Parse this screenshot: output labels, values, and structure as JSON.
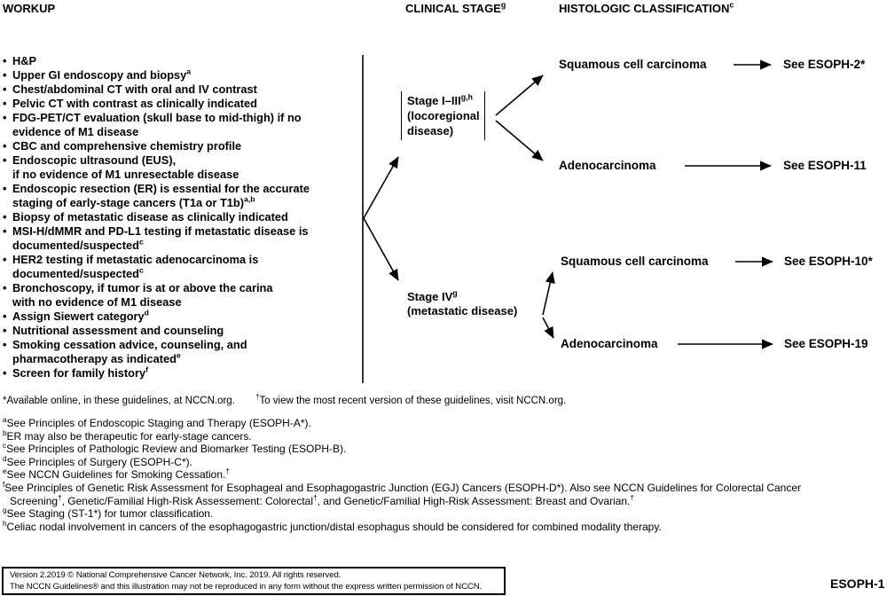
{
  "colors": {
    "text": "#000000",
    "background": "#ffffff",
    "line": "#000000"
  },
  "headers": {
    "workup": "WORKUP",
    "clinical_stage": "CLINICAL STAGE<sup>g</sup>",
    "histologic_classification": "HISTOLOGIC CLASSIFICATION<sup>c</sup>"
  },
  "workup_items": [
    "H&amp;P",
    "Upper GI endoscopy and biopsy<sup>a</sup>",
    "Chest/abdominal CT with oral and IV contrast",
    "Pelvic CT with contrast as clinically indicated",
    "FDG-PET/CT evaluation (skull base to mid-thigh) if no<br>evidence of M1 disease",
    "CBC and comprehensive chemistry profile",
    "Endoscopic ultrasound (EUS),<br>if no evidence of M1 unresectable disease",
    "Endoscopic resection (ER) is essential for the accurate<br>staging of early-stage cancers (T1a or T1b)<sup>a,b</sup>",
    "Biopsy of metastatic disease as clinically indicated",
    "MSI-H/dMMR and PD-L1 testing if metastatic disease is<br>documented/suspected<sup>c</sup>",
    "HER2 testing if metastatic adenocarcinoma is<br>documented/suspected<sup>c</sup>",
    "Bronchoscopy, if tumor is at or above the carina<br>with no evidence of M1 disease",
    "Assign Siewert category<sup>d</sup>",
    "Nutritional assessment and counseling",
    "Smoking cessation advice, counseling, and<br>pharmacotherapy as indicated<sup>e</sup>",
    "Screen for family history<sup>f</sup>"
  ],
  "stages": {
    "locoregional": "Stage I–III<sup>g,h</sup><br>(locoregional<br>disease)",
    "metastatic": "Stage IV<sup>g</sup><br>(metastatic disease)"
  },
  "branches": [
    {
      "histology": "Squamous cell carcinoma",
      "target": "See ESOPH-2*"
    },
    {
      "histology": "Adenocarcinoma",
      "target": "See ESOPH-11"
    },
    {
      "histology": "Squamous cell carcinoma",
      "target": "See ESOPH-10*"
    },
    {
      "histology": "Adenocarcinoma",
      "target": "See ESOPH-19"
    }
  ],
  "notes": {
    "available": "*Available online, in these guidelines, at NCCN.org.",
    "version": "<sup>†</sup>To view the most recent version of these guidelines, visit NCCN.org."
  },
  "footnotes": [
    {
      "marker": "a",
      "text": "See Principles of Endoscopic Staging and Therapy (ESOPH-A*)."
    },
    {
      "marker": "b",
      "text": "ER may also be therapeutic for early-stage cancers."
    },
    {
      "marker": "c",
      "text": "See Principles of Pathologic Review and Biomarker Testing (ESOPH-B)."
    },
    {
      "marker": "d",
      "text": "See Principles of Surgery (ESOPH-C*)."
    },
    {
      "marker": "e",
      "text": "See NCCN Guidelines for Smoking Cessation.<sup>†</sup>"
    },
    {
      "marker": "f",
      "text": "See Principles of Genetic Risk Assessment for Esophageal and Esophagogastric Junction (EGJ) Cancers (ESOPH-D*). Also see NCCN Guidelines for Colorectal Cancer<br>Screening<sup>†</sup>, Genetic/Familial High-Risk Assessement: Colorectal<sup>†</sup>, and Genetic/Familial High-Risk Assessment: Breast and Ovarian.<sup>†</sup>"
    },
    {
      "marker": "g",
      "text": "See Staging (ST-1*) for tumor classification."
    },
    {
      "marker": "h",
      "text": "Celiac nodal involvement in cancers of the esophagogastric junction/distal esophagus should be considered for combined modality therapy."
    }
  ],
  "copyright": {
    "line1": "Version 2.2019 © National Comprehensive Cancer Network, Inc. 2019. All rights reserved.",
    "line2": "The NCCN Guidelines® and this illustration may not be reproduced in any form without the express written permission of NCCN."
  },
  "page_label": "ESOPH-1"
}
